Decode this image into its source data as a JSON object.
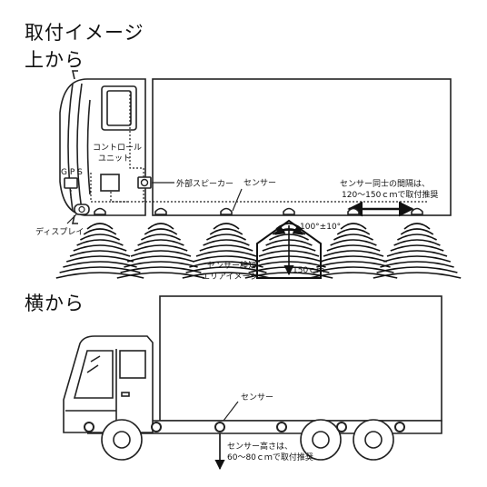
{
  "heading": "取付イメージ",
  "top_view": {
    "title": "上から",
    "gps": "G P S",
    "controller_line1": "コントロール",
    "controller_line2": "ユニット",
    "external_speaker": "外部スピーカー",
    "display": "ディスプレイ",
    "sensor": "センサー",
    "spacing_line1": "センサー同士の間隔は、",
    "spacing_line2": "120～150ｃｍで取付推奨",
    "angle": "100°±10°",
    "area_line1": "センサー検知",
    "area_line2": "エリアイメージ",
    "distance": "150ｃｍ"
  },
  "side_view": {
    "title": "横から",
    "sensor": "センサー",
    "height_line1": "センサー高さは、",
    "height_line2": "60～80ｃｍで取付推奨"
  }
}
